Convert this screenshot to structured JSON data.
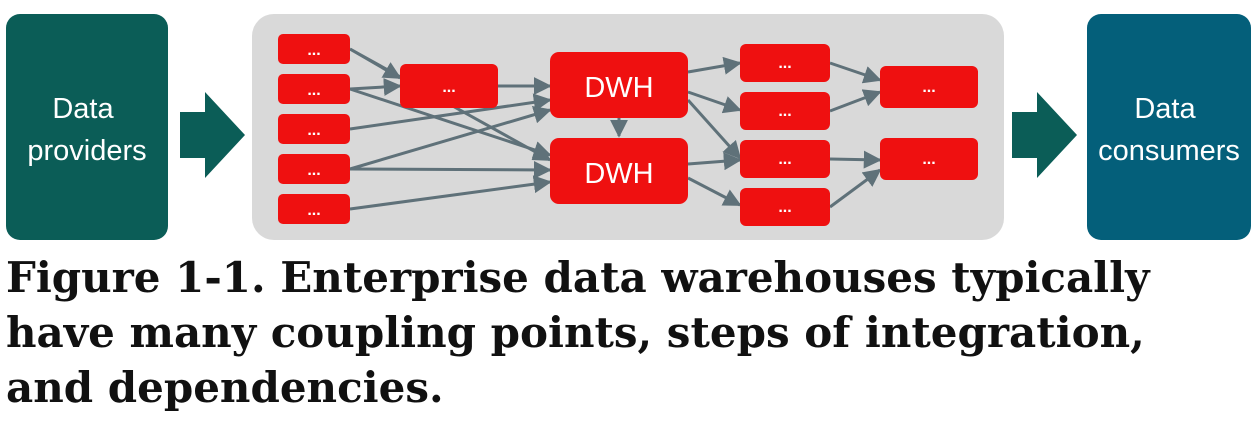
{
  "diagram": {
    "providers_label": [
      "Data",
      "providers"
    ],
    "consumers_label": [
      "Data",
      "consumers"
    ],
    "node_placeholder": "...",
    "dwh_label": "DWH",
    "colors": {
      "providers": "#0b5d57",
      "consumers": "#045f7a",
      "flow_arrow": "#0b5d57",
      "panel": "#d9d9d9",
      "node": "#ef1010",
      "edge": "#5f7179"
    }
  },
  "figure": {
    "caption": "Figure 1-1. Enterprise data warehouses typically have many coupling points, steps of integration, and dependencies."
  }
}
